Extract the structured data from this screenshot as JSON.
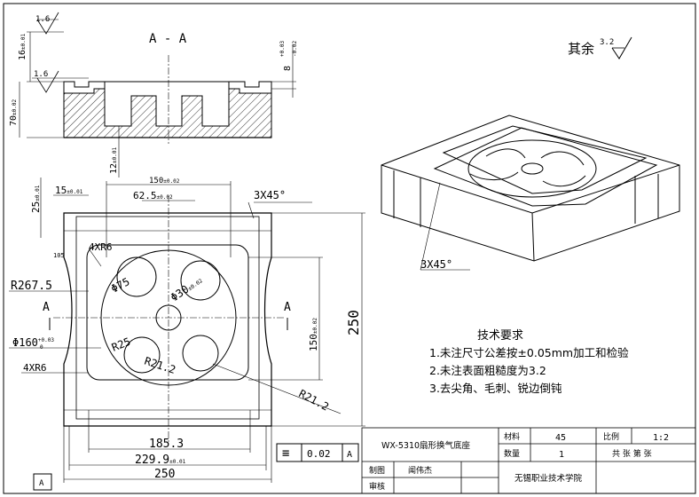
{
  "section": {
    "title": "A - A",
    "roughness_value": "1.6",
    "dim_top_step": "16",
    "dim_top_step_tol": "±0.01",
    "dim_height": "70",
    "dim_height_tol": "±0.02",
    "dim_groove": "8",
    "dim_groove_tol_upper": "+0.03",
    "dim_groove_tol_lower": "-0.02",
    "dim_bottom": "12",
    "dim_bottom_tol": "±0.01"
  },
  "roughness_general": {
    "label": "其余",
    "value": "3.2"
  },
  "plan": {
    "dim_150": "150",
    "dim_150_tol": "±0.02",
    "dim_62_5": "62.5",
    "dim_62_5_tol": "±0.02",
    "dim_15": "15",
    "dim_15_tol": "±0.01",
    "dim_25": "25",
    "dim_25_tol": "±0.01",
    "chamfer": "3X45°",
    "small_dim": "105",
    "radius_top": "4XR6",
    "radius_bottom": "4XR6",
    "r267": "R267.5",
    "phi75": "Φ75",
    "phi30": "Φ30",
    "phi30_tol": "±0.02",
    "phi160": "Φ160",
    "phi160_tol_upper": "+0.03",
    "phi160_tol_lower": "0",
    "r25": "R25",
    "r21_inner": "R21.2",
    "r21_outer": "R21.2",
    "section_mark": "A",
    "v150": "150",
    "v150_tol": "±0.02",
    "v250": "250",
    "h185": "185.3",
    "h229": "229.9",
    "h229_tol": "±0.01",
    "h250": "250"
  },
  "iso_view": {
    "chamfer": "3X45°"
  },
  "tech_req": {
    "title": "技术要求",
    "items": [
      "1.未注尺寸公差按±0.05mm加工和检验",
      "2.未注表面粗糙度为3.2",
      "3.去尖角、毛刺、锐边倒钝"
    ]
  },
  "gdt": {
    "symbol": "≡",
    "value": "0.02",
    "datum": "A"
  },
  "datum_box": "A",
  "title_block": {
    "part_name": "WX-5310扇形换气底座",
    "material_label": "材料",
    "material_value": "45",
    "scale_label": "比例",
    "scale_value": "1:2",
    "qty_label": "数量",
    "qty_value": "1",
    "sheets": "共  张  第  张",
    "drawn_label": "制图",
    "drawn_by": "闻伟杰",
    "check_label": "审核",
    "school": "无锡职业技术学院"
  }
}
